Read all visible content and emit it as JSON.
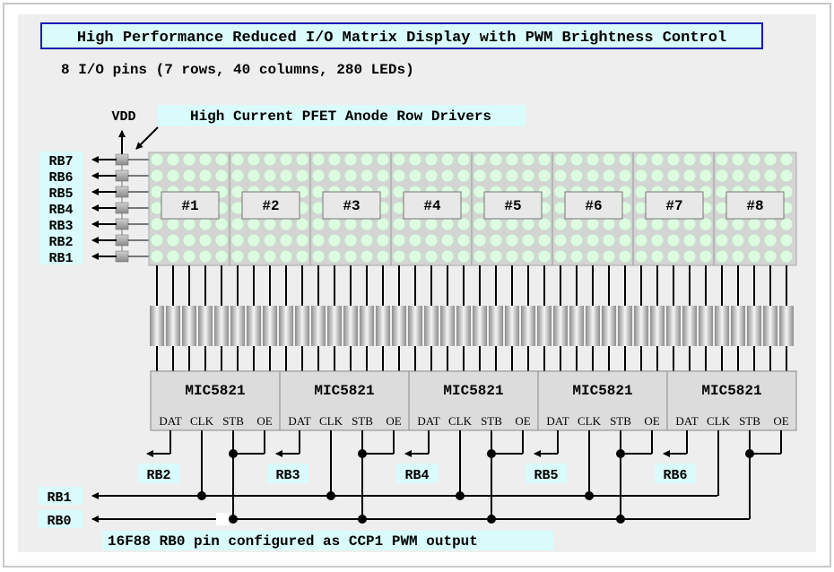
{
  "title": "High Performance Reduced I/O Matrix Display with PWM Brightness Control",
  "subtitle": "8 I/O pins (7 rows, 40 columns, 280 LEDs)",
  "vdd_label": "VDD",
  "pfet_label": "High Current PFET Anode Row Drivers",
  "row_pins": [
    "RB7",
    "RB6",
    "RB5",
    "RB4",
    "RB3",
    "RB2",
    "RB1"
  ],
  "modules": [
    "#1",
    "#2",
    "#3",
    "#4",
    "#5",
    "#6",
    "#7",
    "#8"
  ],
  "drivers": [
    {
      "name": "MIC5821",
      "data_pin": "RB2"
    },
    {
      "name": "MIC5821",
      "data_pin": "RB3"
    },
    {
      "name": "MIC5821",
      "data_pin": "RB4"
    },
    {
      "name": "MIC5821",
      "data_pin": "RB5"
    },
    {
      "name": "MIC5821",
      "data_pin": "RB6"
    }
  ],
  "driver_pins": [
    "DAT",
    "CLK",
    "STB",
    "OE"
  ],
  "bus_labels": [
    "RB1",
    "RB0"
  ],
  "footer_note": "16F88 RB0 pin configured as CCP1 PWM output",
  "colors": {
    "title_border": "#1a1ab0",
    "label_bg": "#d9fbfb",
    "led": "#ddfbe0",
    "panel": "#eeeeee",
    "driver": "#dcdcdc"
  }
}
